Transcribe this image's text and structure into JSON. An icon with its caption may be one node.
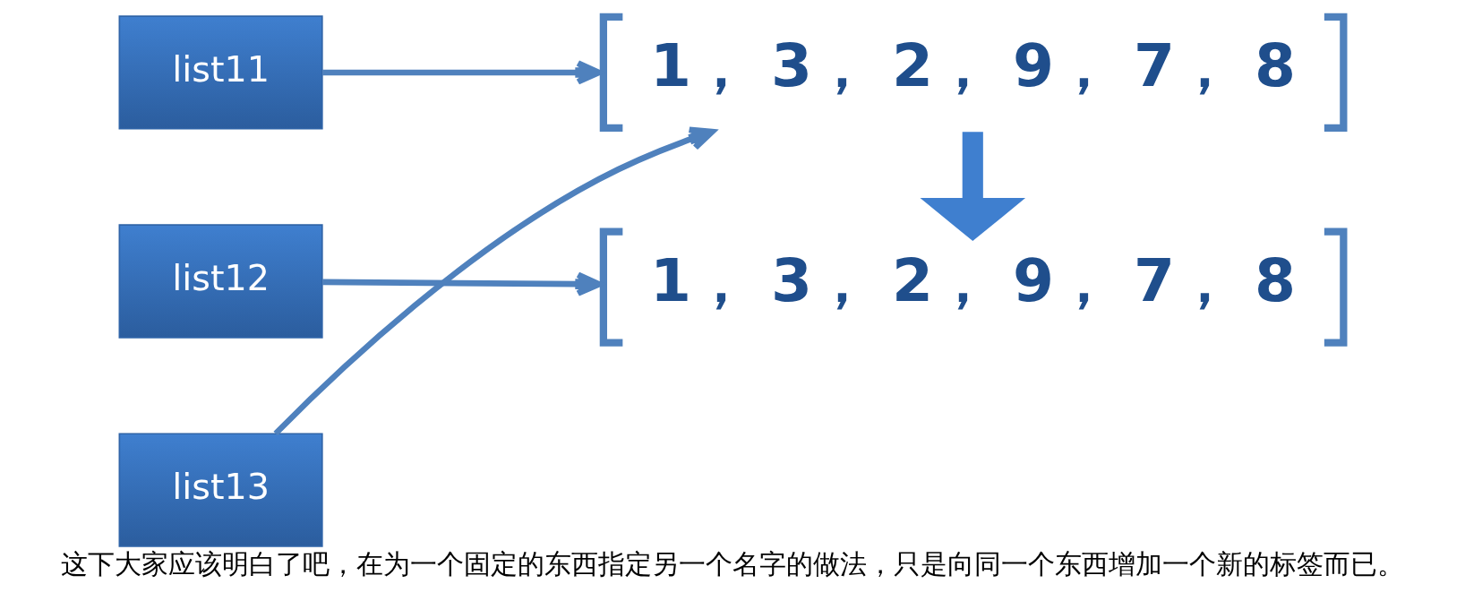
{
  "diagram": {
    "caption": "这下大家应该明白了吧，在为一个固定的东西指定另一个名字的做法，只是向同一个东西增加一个新的标签而已。",
    "nodes": [
      {
        "text": [
          "list11"
        ]
      },
      {
        "text": [
          "list12"
        ]
      },
      {
        "text": [
          "list13"
        ]
      },
      {
        "text": [
          "1， 3， 2， 9， 7， 8"
        ]
      },
      {
        "text": [
          "1， 3， 2， 9， 7， 8"
        ]
      }
    ],
    "edges": [
      {
        "from": 0,
        "to": 3,
        "arrow": "to"
      },
      {
        "from": 2,
        "to": 3,
        "arrow": "to"
      },
      {
        "from": 3,
        "to": 4,
        "arrow": "to",
        "style": "thick"
      },
      {
        "from": 1,
        "to": 4,
        "arrow": "to"
      }
    ]
  }
}
